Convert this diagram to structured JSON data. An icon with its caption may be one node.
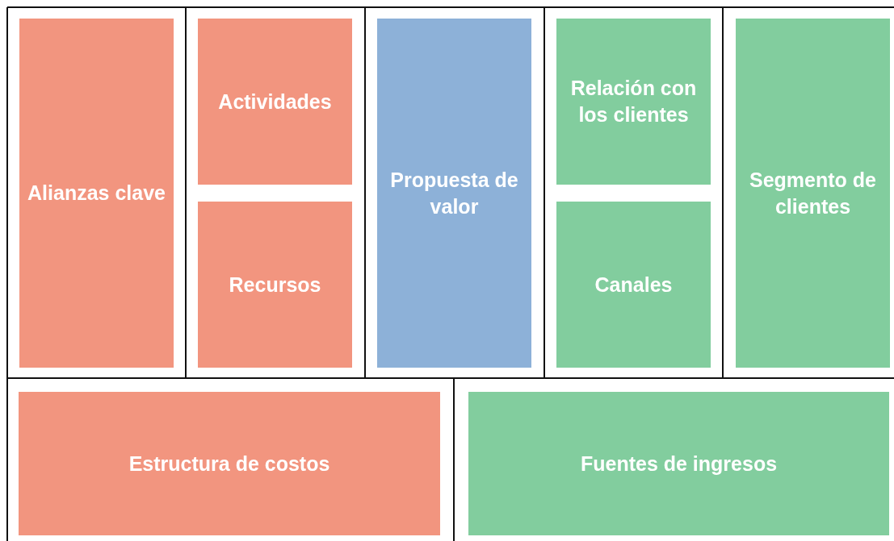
{
  "diagram": {
    "nodes": [
      {
        "text": [
          "Alianzas clave"
        ]
      },
      {
        "text": [
          "Actividades"
        ]
      },
      {
        "text": [
          "Recursos"
        ]
      },
      {
        "text": [
          "Propuesta de valor"
        ]
      },
      {
        "text": [
          "Relación con los clientes"
        ]
      },
      {
        "text": [
          "Canales"
        ]
      },
      {
        "text": [
          "Segmento de clientes"
        ]
      },
      {
        "text": [
          "Estructura de costos"
        ]
      },
      {
        "text": [
          "Fuentes de ingresos"
        ]
      }
    ]
  }
}
